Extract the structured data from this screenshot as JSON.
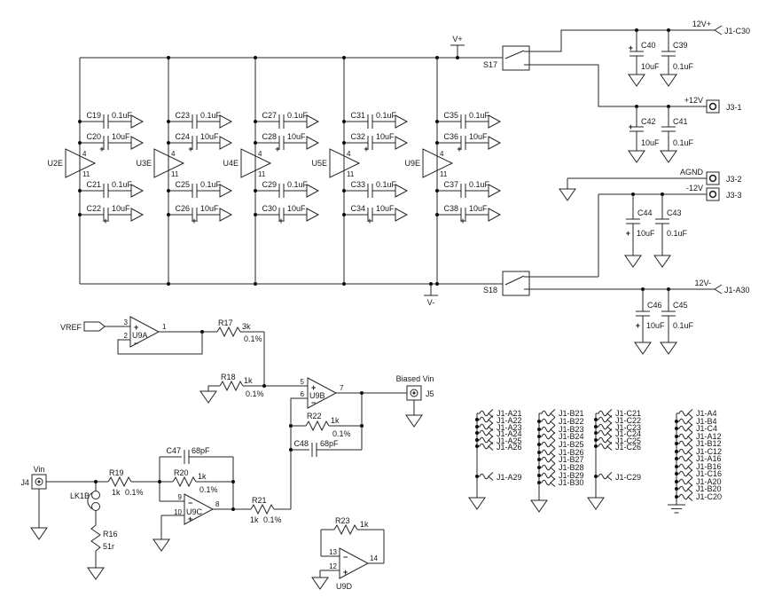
{
  "glyphs": {
    "plus": "+",
    "minus": "−"
  },
  "power_rails": {
    "vplus": "V+",
    "vminus": "V-",
    "s17": "S17",
    "s18": "S18",
    "p12v_card": {
      "net": "12V+",
      "conn": "J1-C30",
      "cap_pol": {
        "ref": "C40",
        "val": "10uF"
      },
      "cap": {
        "ref": "C39",
        "val": "0.1uF"
      }
    },
    "p12v_term": {
      "net": "+12V",
      "conn": "J3-1",
      "cap_pol": {
        "ref": "C42",
        "val": "10uF"
      },
      "cap": {
        "ref": "C41",
        "val": "0.1uF"
      }
    },
    "agnd": {
      "net": "AGND",
      "conn": "J3-2"
    },
    "n12v_term": {
      "net": "-12V",
      "conn": "J3-3",
      "cap_pol": {
        "ref": "C44",
        "val": "10uF"
      },
      "cap": {
        "ref": "C43",
        "val": "0.1uF"
      }
    },
    "n12v_card": {
      "net": "12V-",
      "conn": "J1-A30",
      "cap_pol": {
        "ref": "C46",
        "val": "10uF"
      },
      "cap": {
        "ref": "C45",
        "val": "0.1uF"
      }
    }
  },
  "bypass": {
    "pin_top": "4",
    "pin_bot": "11",
    "columns": [
      {
        "ref": "U2E",
        "caps": [
          {
            "ref": "C19",
            "val": "0.1uF"
          },
          {
            "ref": "C20",
            "val": "10uF"
          },
          {
            "ref": "C21",
            "val": "0.1uF"
          },
          {
            "ref": "C22",
            "val": "10uF"
          }
        ]
      },
      {
        "ref": "U3E",
        "caps": [
          {
            "ref": "C23",
            "val": "0.1uF"
          },
          {
            "ref": "C24",
            "val": "10uF"
          },
          {
            "ref": "C25",
            "val": "0.1uF"
          },
          {
            "ref": "C26",
            "val": "10uF"
          }
        ]
      },
      {
        "ref": "U4E",
        "caps": [
          {
            "ref": "C27",
            "val": "0.1uF"
          },
          {
            "ref": "C28",
            "val": "10uF"
          },
          {
            "ref": "C29",
            "val": "0.1uF"
          },
          {
            "ref": "C30",
            "val": "10uF"
          }
        ]
      },
      {
        "ref": "U5E",
        "caps": [
          {
            "ref": "C31",
            "val": "0.1uF"
          },
          {
            "ref": "C32",
            "val": "10uF"
          },
          {
            "ref": "C33",
            "val": "0.1uF"
          },
          {
            "ref": "C34",
            "val": "10uF"
          }
        ]
      },
      {
        "ref": "U9E",
        "caps": [
          {
            "ref": "C35",
            "val": "0.1uF"
          },
          {
            "ref": "C36",
            "val": "10uF"
          },
          {
            "ref": "C37",
            "val": "0.1uF"
          },
          {
            "ref": "C38",
            "val": "10uF"
          }
        ]
      }
    ]
  },
  "vref_stage": {
    "net": "VREF",
    "amp": "U9A",
    "pin_p": "3",
    "pin_n": "2",
    "pin_out": "1",
    "r17": {
      "ref": "R17",
      "val": "3k",
      "tol": "0.1%"
    },
    "r18": {
      "ref": "R18",
      "val": "1k",
      "tol": "0.1%"
    }
  },
  "buffer_stage": {
    "amp": "U9B",
    "pin_p": "5",
    "pin_n": "6",
    "pin_out": "7",
    "r22": {
      "ref": "R22",
      "val": "1k",
      "tol": "0.1%"
    },
    "c48": {
      "ref": "C48",
      "val": "68pF"
    },
    "out_net": "Biased Vin",
    "conn": "J5"
  },
  "input_stage": {
    "net": "Vin",
    "conn": "J4",
    "link": "LK1B",
    "r16": {
      "ref": "R16",
      "val": "51r"
    },
    "r19": {
      "ref": "R19",
      "val": "1k",
      "tol": "0.1%"
    },
    "c47": {
      "ref": "C47",
      "val": "68pF"
    },
    "r20": {
      "ref": "R20",
      "val": "1k",
      "tol": "0.1%"
    },
    "amp": "U9C",
    "pin_n": "9",
    "pin_p": "10",
    "pin_out": "8",
    "r21": {
      "ref": "R21",
      "val": "1k",
      "tol": "0.1%"
    }
  },
  "spare_stage": {
    "amp": "U9D",
    "pin_n": "13",
    "pin_p": "12",
    "pin_out": "14",
    "r23": {
      "ref": "R23",
      "val": "1k"
    }
  },
  "pin_groups": [
    {
      "pins": [
        "J1-A21",
        "J1-A22",
        "J1-A23",
        "J1-A24",
        "J1-A25",
        "J1-A26"
      ],
      "extra": "J1-A29"
    },
    {
      "pins": [
        "J1-B21",
        "J1-B22",
        "J1-B23",
        "J1-B24",
        "J1-B25",
        "J1-B26",
        "J1-B27",
        "J1-B28",
        "J1-B29",
        "J1-B30"
      ]
    },
    {
      "pins": [
        "J1-C21",
        "J1-C22",
        "J1-C23",
        "J1-C24",
        "J1-C25",
        "J1-C26"
      ],
      "extra": "J1-C29"
    },
    {
      "pins": [
        "J1-A4",
        "J1-B4",
        "J1-C4",
        "J1-A12",
        "J1-B12",
        "J1-C12",
        "J1-A16",
        "J1-B16",
        "J1-C16",
        "J1-A20",
        "J1-B20",
        "J1-C20"
      ]
    }
  ]
}
